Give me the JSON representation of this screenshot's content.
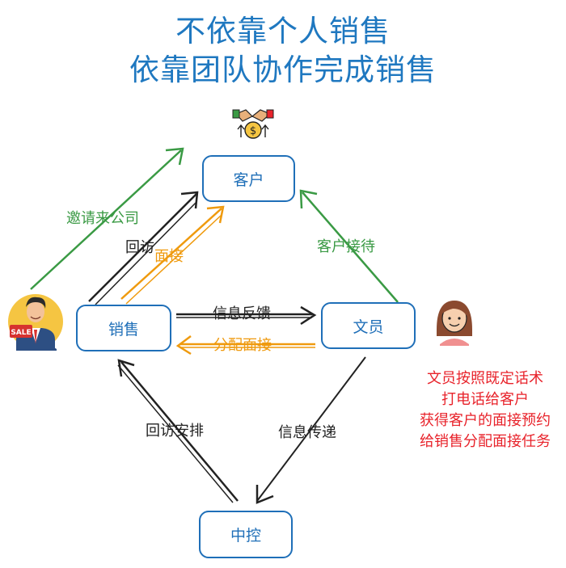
{
  "title": {
    "line1": "不依靠个人销售",
    "line2": "依靠团队协作完成销售"
  },
  "nodes": {
    "customer": "客户",
    "sales": "销售",
    "clerk": "文员",
    "control": "中控"
  },
  "edges": {
    "invite": "邀请来公司",
    "revisit": "回访",
    "interview": "面接",
    "reception": "客户接待",
    "feedback": "信息反馈",
    "assign": "分配面接",
    "revisit_arrange": "回访安排",
    "transfer": "信息传递"
  },
  "note": [
    "文员按照既定话术",
    "打电话给客户",
    "获得客户的面接预约",
    "给销售分配面接任务"
  ],
  "colors": {
    "title": "#1f78c0",
    "box": "#1f6fb8",
    "green": "#3a9a44",
    "orange": "#ef9a0e",
    "black": "#222222",
    "red": "#e8232b"
  },
  "icons": [
    "handshake-money-icon",
    "salesman-avatar-icon",
    "clerk-avatar-icon"
  ]
}
